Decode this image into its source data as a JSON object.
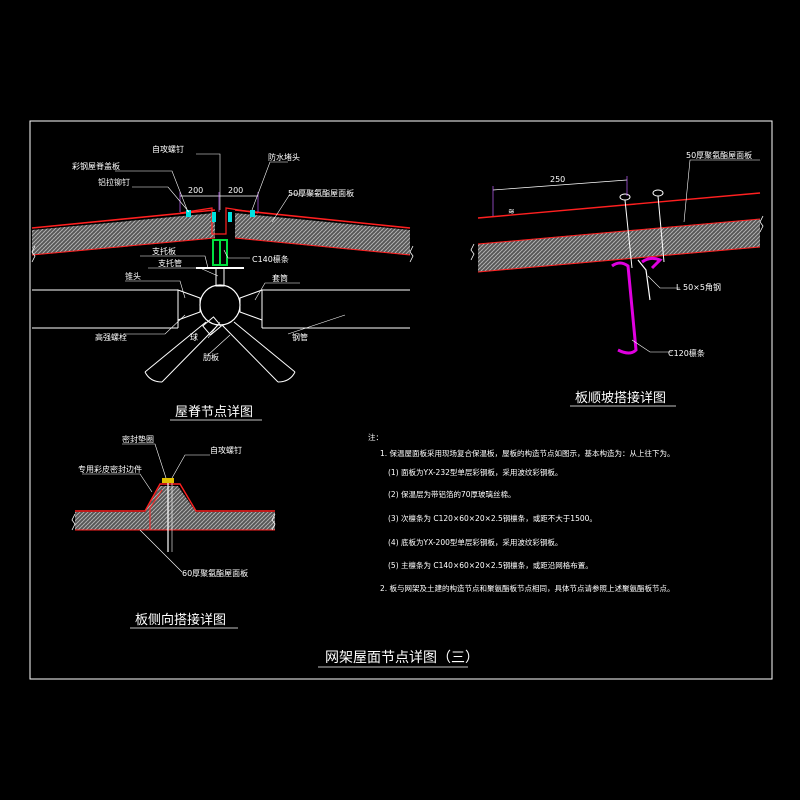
{
  "ridge": {
    "title": "屋脊节点详图",
    "labels": {
      "self_tapping": "自攻螺钉",
      "ridge_cap": "彩钢屋脊盖板",
      "pull_rivet": "铝拉铆钉",
      "waterproof": "防水堵头",
      "panel": "50厚聚氨酯屋面板",
      "dim_left": "200",
      "dim_right": "200",
      "support_plate": "支托板",
      "support_tube": "支托管",
      "purlin": "C140檩条",
      "cone": "锥头",
      "sleeve": "套筒",
      "bolt": "高强螺栓",
      "steel_tube": "钢管",
      "ball": "球",
      "rib": "肋板"
    }
  },
  "slope": {
    "title": "板顺坡搭接详图",
    "labels": {
      "panel": "50厚聚氨酯屋面板",
      "dim": "250",
      "angle": "L 50×5角钢",
      "purlin": "C120檩条"
    }
  },
  "side": {
    "title": "板侧向搭接详图",
    "labels": {
      "seal_washer": "密封垫圈",
      "self_tapping": "自攻螺钉",
      "seal_tape": "专用彩皮密封边件",
      "panel": "60厚聚氨酯屋面板"
    }
  },
  "notes": {
    "heading": "注：",
    "items": [
      "1.  保温屋面板采用现场复合保温板，屋板的构造节点如图示，基本构造为：从上往下为。",
      "(1) 面板为YX-232型单层彩钢板，采用波纹彩钢板。",
      "(2) 保温层为带铝箔的70厚玻璃丝棉。",
      "(3) 次檩条为 C120×60×20×2.5钢檩条，或距不大于1500。",
      "(4) 底板为YX-200型单层彩钢板，采用波纹彩钢板。",
      "(5) 主檩条为 C140×60×20×2.5钢檩条，或距沿网格布置。",
      "2.  板与网架及土建的构造节点和聚氨酯板节点相同，具体节点请参照上述聚氨酯板节点。"
    ]
  },
  "sheet_title": "网架屋面节点详图（三）",
  "colors": {
    "background": "#000000",
    "frame": "#ffffff",
    "panel_skin": "#ff2020",
    "insulation": "#a0a0a0",
    "purlin_green": "#00e040",
    "purlin_magenta": "#e000e0",
    "cap_cyan": "#00e0e0",
    "leader": "#ffffff",
    "dim_purple": "#c060ff"
  }
}
